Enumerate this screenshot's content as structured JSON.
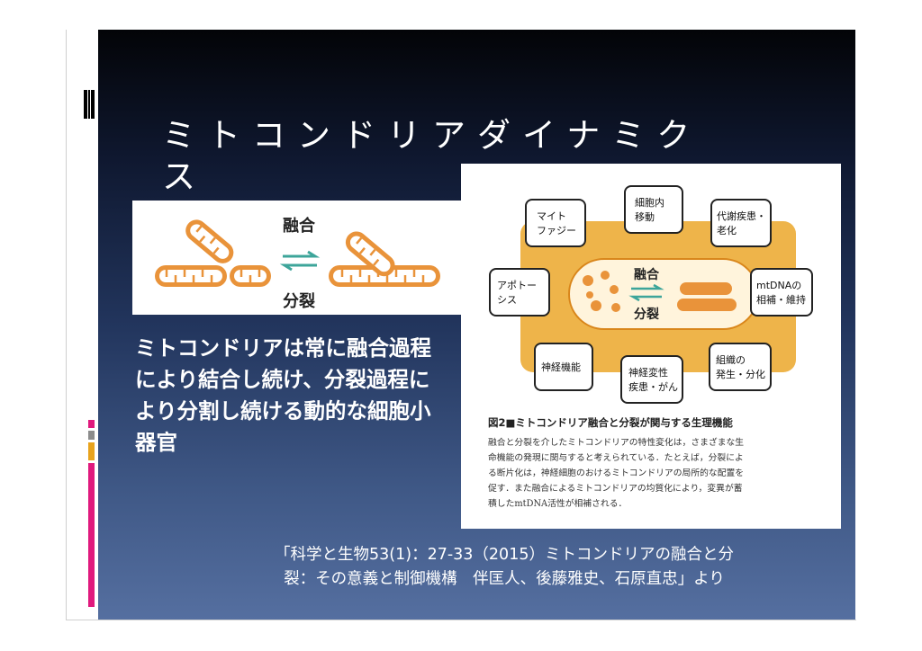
{
  "slide": {
    "title": "ミトコンドリアダイナミクス",
    "body_text": "ミトコンドリアは常に融合過程により結合し続け、分裂過程により分割し続ける動的な細胞小器官",
    "citation_line1": "「科学と生物53(1)：27-33（2015）ミトコンドリアの融合と分",
    "citation_line2": "裂：その意義と制御機構　伴匡人、後藤雅史、石原直忠」より"
  },
  "figure1": {
    "fusion_label": "融合",
    "fission_label": "分裂"
  },
  "figure2": {
    "boxes": {
      "mitophagy_l1": "マイト",
      "mitophagy_l2": "ファジー",
      "transport_l1": "細胞内",
      "transport_l2": "移動",
      "metabolic_l1": "代謝疾患・",
      "metabolic_l2": "老化",
      "apoptosis_l1": "アポトー",
      "apoptosis_l2": "シス",
      "mtdna_l1": "mtDNAの",
      "mtdna_l2": "相補・維持",
      "neural": "神経機能",
      "neurodegen_l1": "神経変性",
      "neurodegen_l2": "疾患・がん",
      "tissue_l1": "組織の",
      "tissue_l2": "発生・分化"
    },
    "center_fusion": "融合",
    "center_fission": "分裂",
    "caption_title": "図2■ミトコンドリア融合と分裂が関与する生理機能",
    "caption_lines": [
      "融合と分裂を介したミトコンドリアの特性変化は，さまざまな生",
      "命機能の発現に関与すると考えられている．たとえば，分裂によ",
      "る断片化は，神経細胞のおけるミトコンドリアの局所的な配置を",
      "促す．また融合によるミトコンドリアの均質化により，変異が蓄",
      "積したmtDNA活性が相補される．"
    ]
  },
  "colors": {
    "mito_orange": "#e9933a",
    "cell_gold": "#eeb44a",
    "arrow_teal": "#3da59a",
    "accent_magenta": "#e0197d",
    "accent_gold": "#e8a31d",
    "accent_grey": "#8c8c8c"
  }
}
